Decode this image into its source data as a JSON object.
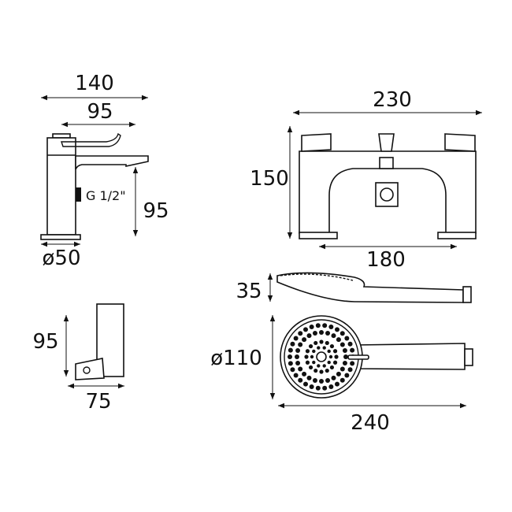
{
  "basin_tap": {
    "width_overall": "140",
    "spout_reach": "95",
    "connection": "G 1/2\"",
    "spout_height": "95",
    "base_diameter": "ø50"
  },
  "bath_mixer": {
    "width_overall": "230",
    "height": "150",
    "centres": "180"
  },
  "handset": {
    "depth": "35",
    "head_diameter": "ø110",
    "length": "240"
  },
  "holder": {
    "height": "95",
    "width": "75"
  }
}
